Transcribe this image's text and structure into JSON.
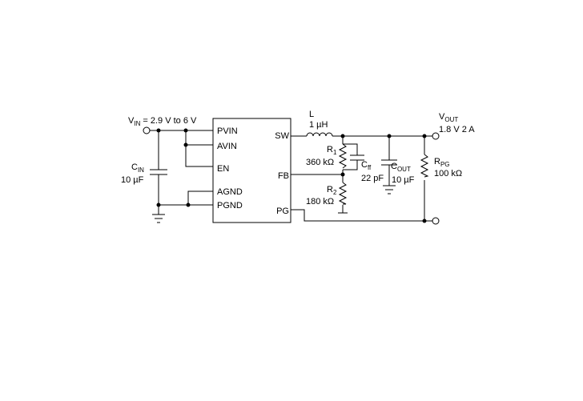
{
  "vin": {
    "label_prefix": "V",
    "label_sub": "IN",
    "label_value": " = 2.9 V to 6 V"
  },
  "vout": {
    "label_prefix": "V",
    "label_sub": "OUT",
    "label_value": "1.8 V  2 A"
  },
  "ic": {
    "pins_left": [
      "PVIN",
      "AVIN",
      "EN",
      "AGND",
      "PGND"
    ],
    "pins_right": [
      "SW",
      "FB",
      "PG"
    ]
  },
  "inductor": {
    "name": "L",
    "value": "1 µH"
  },
  "cin": {
    "prefix": "C",
    "sub": "IN",
    "value": "10 µF"
  },
  "r1": {
    "prefix": "R",
    "sub": "1",
    "value": "360 kΩ"
  },
  "r2": {
    "prefix": "R",
    "sub": "2",
    "value": "180 kΩ"
  },
  "cff": {
    "prefix": "C",
    "sub": "ff",
    "value": "22 pF"
  },
  "cout": {
    "prefix": "C",
    "sub": "OUT",
    "value": "10 µF"
  },
  "rpg": {
    "prefix": "R",
    "sub": "PG",
    "value": "100 kΩ"
  }
}
